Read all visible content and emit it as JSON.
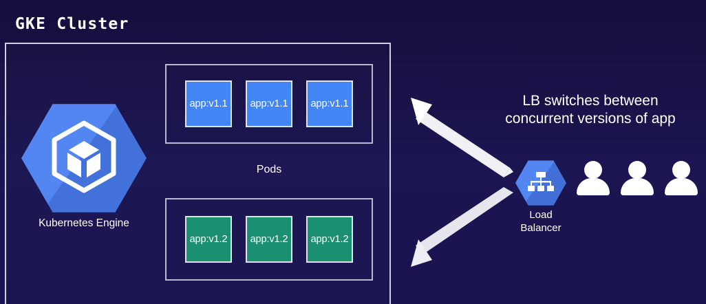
{
  "diagram": {
    "title": "GKE Cluster",
    "background_color": "#191350",
    "border_color": "#cfcfe0"
  },
  "cluster": {
    "node": {
      "label": "Kubernetes Engine",
      "icon": "kubernetes-engine-hexagon-icon",
      "hex_color": "#4a7ff0"
    },
    "pods_caption": "Pods",
    "pod_groups": [
      {
        "version": "v1.1",
        "color": "#4285f4",
        "pods": [
          {
            "label": "app:v1.1"
          },
          {
            "label": "app:v1.1"
          },
          {
            "label": "app:v1.1"
          }
        ]
      },
      {
        "version": "v1.2",
        "color": "#1a9070",
        "pods": [
          {
            "label": "app:v1.2"
          },
          {
            "label": "app:v1.2"
          },
          {
            "label": "app:v1.2"
          }
        ]
      }
    ]
  },
  "load_balancer": {
    "label_line1": "Load",
    "label_line2": "Balancer",
    "icon": "load-balancer-hierarchy-icon",
    "hex_color": "#4a7ff0"
  },
  "caption": {
    "line1": "LB switches between",
    "line2": "concurrent versions of app"
  },
  "users": {
    "count": 3,
    "icon": "user-person-icon",
    "color": "#ffffff"
  },
  "arrows": [
    {
      "name": "arrow-lb-to-v11",
      "direction": "up-left",
      "color": "#f2f2f6"
    },
    {
      "name": "arrow-lb-to-v12",
      "direction": "down-left",
      "color": "#e6e6ec"
    }
  ]
}
